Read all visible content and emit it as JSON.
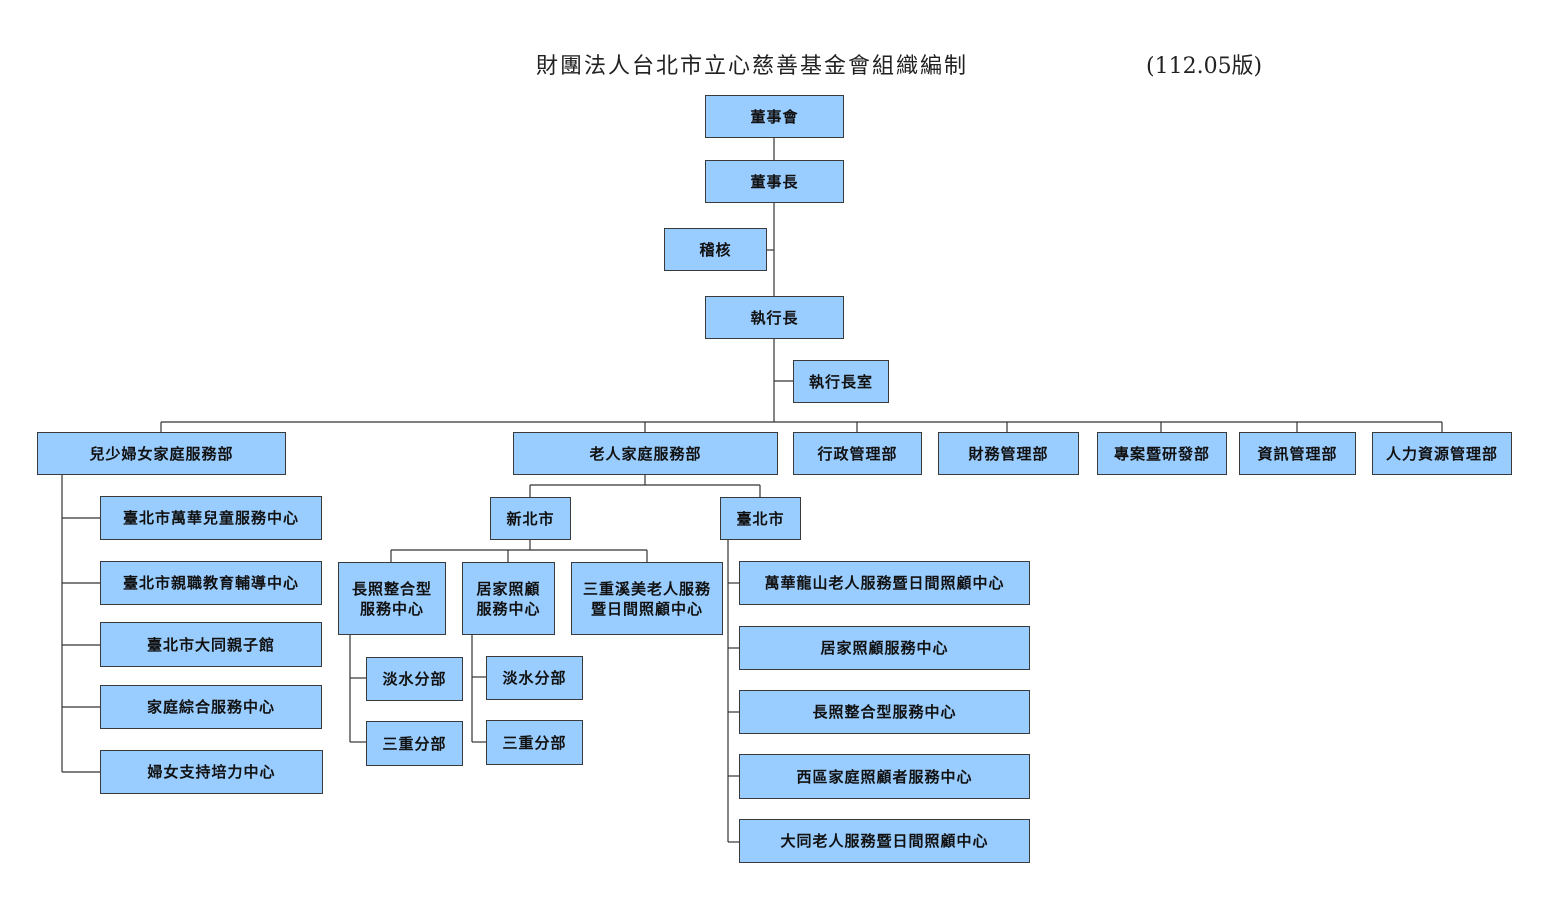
{
  "title": "財團法人台北市立心慈善基金會組織編制",
  "edition": "(112.05版)",
  "nodes": {
    "board": "董事會",
    "chairman": "董事長",
    "audit": "稽核",
    "ceo": "執行長",
    "ceo_office": "執行長室",
    "dept_children": "兒少婦女家庭服務部",
    "dept_elderly": "老人家庭服務部",
    "dept_admin": "行政管理部",
    "dept_finance": "財務管理部",
    "dept_research": "專案暨研發部",
    "dept_it": "資訊管理部",
    "dept_hr": "人力資源管理部",
    "child_1": "臺北市萬華兒童服務中心",
    "child_2": "臺北市親職教育輔導中心",
    "child_3": "臺北市大同親子館",
    "child_4": "家庭綜合服務中心",
    "child_5": "婦女支持培力中心",
    "new_taipei": "新北市",
    "taipei": "臺北市",
    "nt_ltc_line1": "長照整合型",
    "nt_ltc_line2": "服務中心",
    "nt_home_line1": "居家照顧",
    "nt_home_line2": "服務中心",
    "nt_sanchong_line1": "三重溪美老人服務",
    "nt_sanchong_line2": "暨日間照顧中心",
    "ltc_tamsui": "淡水分部",
    "ltc_sanchong": "三重分部",
    "home_tamsui": "淡水分部",
    "home_sanchong": "三重分部",
    "tp_1": "萬華龍山老人服務暨日間照顧中心",
    "tp_2": "居家照顧服務中心",
    "tp_3": "長照整合型服務中心",
    "tp_4": "西區家庭照顧者服務中心",
    "tp_5": "大同老人服務暨日間照顧中心"
  },
  "colors": {
    "box_fill": "#99ccff",
    "line": "#333333"
  }
}
